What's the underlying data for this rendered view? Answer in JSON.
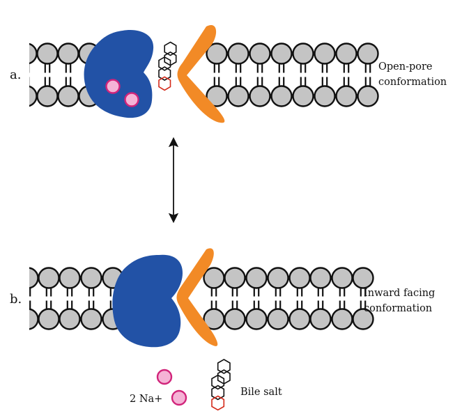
{
  "figure": {
    "panels": [
      {
        "id": "a",
        "label": "a.",
        "caption_lines": [
          "Open-pore",
          "conformation"
        ],
        "protein_state": "open-pore",
        "bound_ions": 2,
        "bile_salt_in_pore": true
      },
      {
        "id": "b",
        "label": "b.",
        "caption_lines": [
          "Inward facing",
          "conformation"
        ],
        "protein_state": "inward-facing",
        "bound_ions": 0,
        "bile_salt_in_pore": false
      }
    ],
    "transition_arrow": "bidirectional",
    "released": {
      "ion_label": "2 Na+",
      "ion_count": 2,
      "bile_salt_label": "Bile salt"
    },
    "colors": {
      "transporter_body": "#2252a6",
      "transporter_arm": "#f28a26",
      "lipid_head": "#c4c4c4",
      "sodium_fill": "#f5b3d6",
      "sodium_stroke": "#d1247a",
      "bile_salt_ring": "#111111",
      "bile_salt_head_ring": "#d42a1a"
    }
  }
}
